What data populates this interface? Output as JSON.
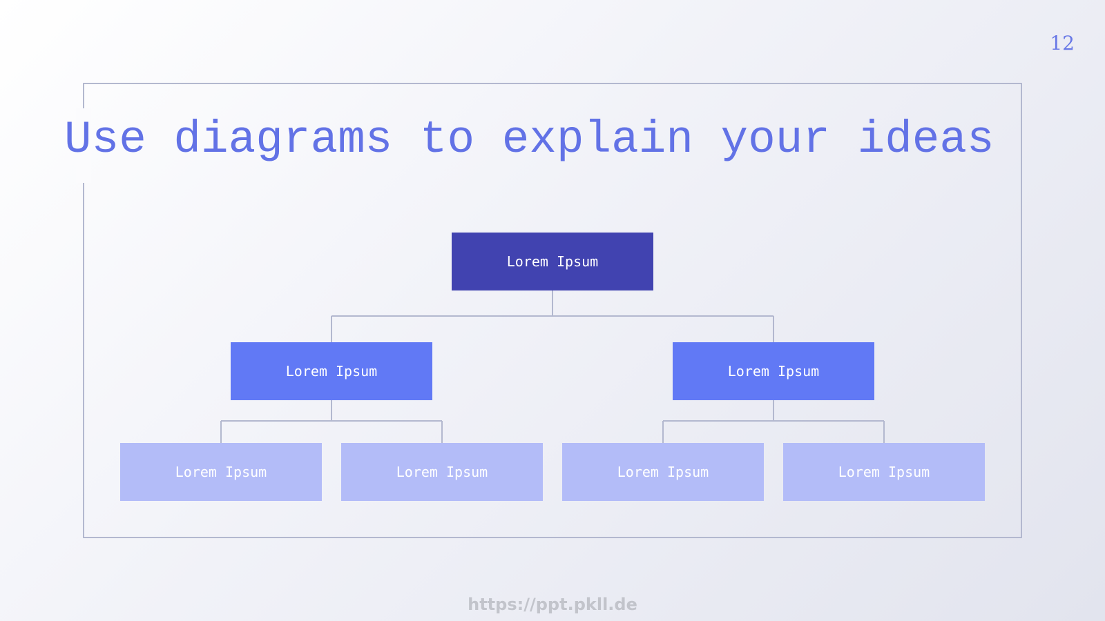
{
  "page_number": "12",
  "title": "Use diagrams to explain your ideas",
  "footer_url": "https://ppt.pkll.de",
  "colors": {
    "title": "#6272e6",
    "frame": "#b3b8cf",
    "connector": "#b3b8cf",
    "root_node": "#4143b0",
    "middle_node": "#6179f5",
    "leaf_node": "#b3bcf8"
  },
  "org_chart": {
    "root": "Lorem Ipsum",
    "branches": [
      {
        "label": "Lorem Ipsum",
        "children": [
          "Lorem Ipsum",
          "Lorem Ipsum"
        ]
      },
      {
        "label": "Lorem Ipsum",
        "children": [
          "Lorem Ipsum",
          "Lorem Ipsum"
        ]
      }
    ]
  }
}
